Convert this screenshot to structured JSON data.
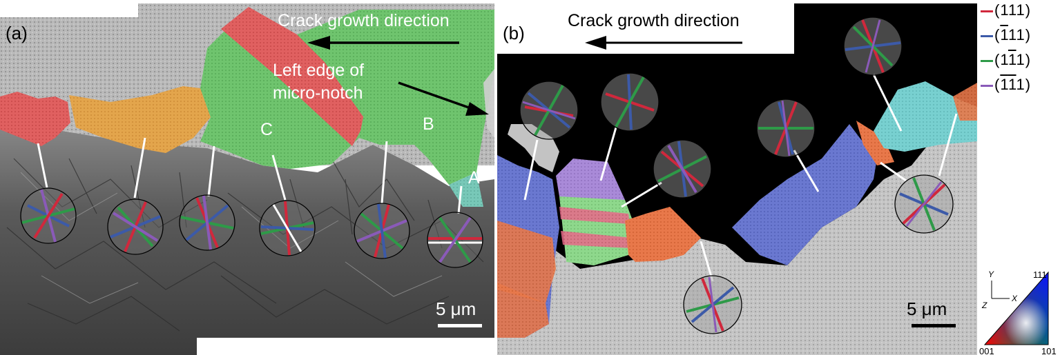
{
  "panel_a": {
    "label": "(a)",
    "crack_label": "Crack growth direction",
    "notch_label_line1": "Left edge of",
    "notch_label_line2": "micro-notch",
    "grain_labels": [
      "C",
      "B",
      "A"
    ],
    "scale_label": "5 μm"
  },
  "panel_b": {
    "label": "(b)",
    "crack_label": "Crack growth direction",
    "scale_label": "5 μm"
  },
  "legend": [
    {
      "pre": "(",
      "a": "1",
      "a_bar": false,
      "b": "1",
      "b_bar": false,
      "c": "1",
      "post": ")",
      "color": "#d0283c"
    },
    {
      "pre": "(",
      "a": "1",
      "a_bar": true,
      "b": "1",
      "b_bar": false,
      "c": "1",
      "post": ")",
      "color": "#3c5aa8"
    },
    {
      "pre": "(",
      "a": "1",
      "a_bar": false,
      "b": "1",
      "b_bar": true,
      "c": "1",
      "post": ")",
      "color": "#2e9a48"
    },
    {
      "pre": "(",
      "a": "1",
      "a_bar": true,
      "b": "1",
      "b_bar": true,
      "c": "1",
      "post": ")",
      "color": "#8a5ab8"
    }
  ],
  "ipf": {
    "axis_y": "Y",
    "axis_z": "Z",
    "axis_x": "X",
    "corner_top": "111",
    "corner_left": "001",
    "corner_right": "101"
  },
  "colors": {
    "red_grain": "#e06060",
    "orange_grain": "#e3a54c",
    "green_grain": "#6fc46e",
    "light_green": "#8ed88c",
    "cyan_grain": "#78d0d0",
    "blue_grain": "#6a78d0",
    "purple_grain": "#a98ad8",
    "orange_b": "#e8784a",
    "pink_b": "#e86a8a"
  }
}
